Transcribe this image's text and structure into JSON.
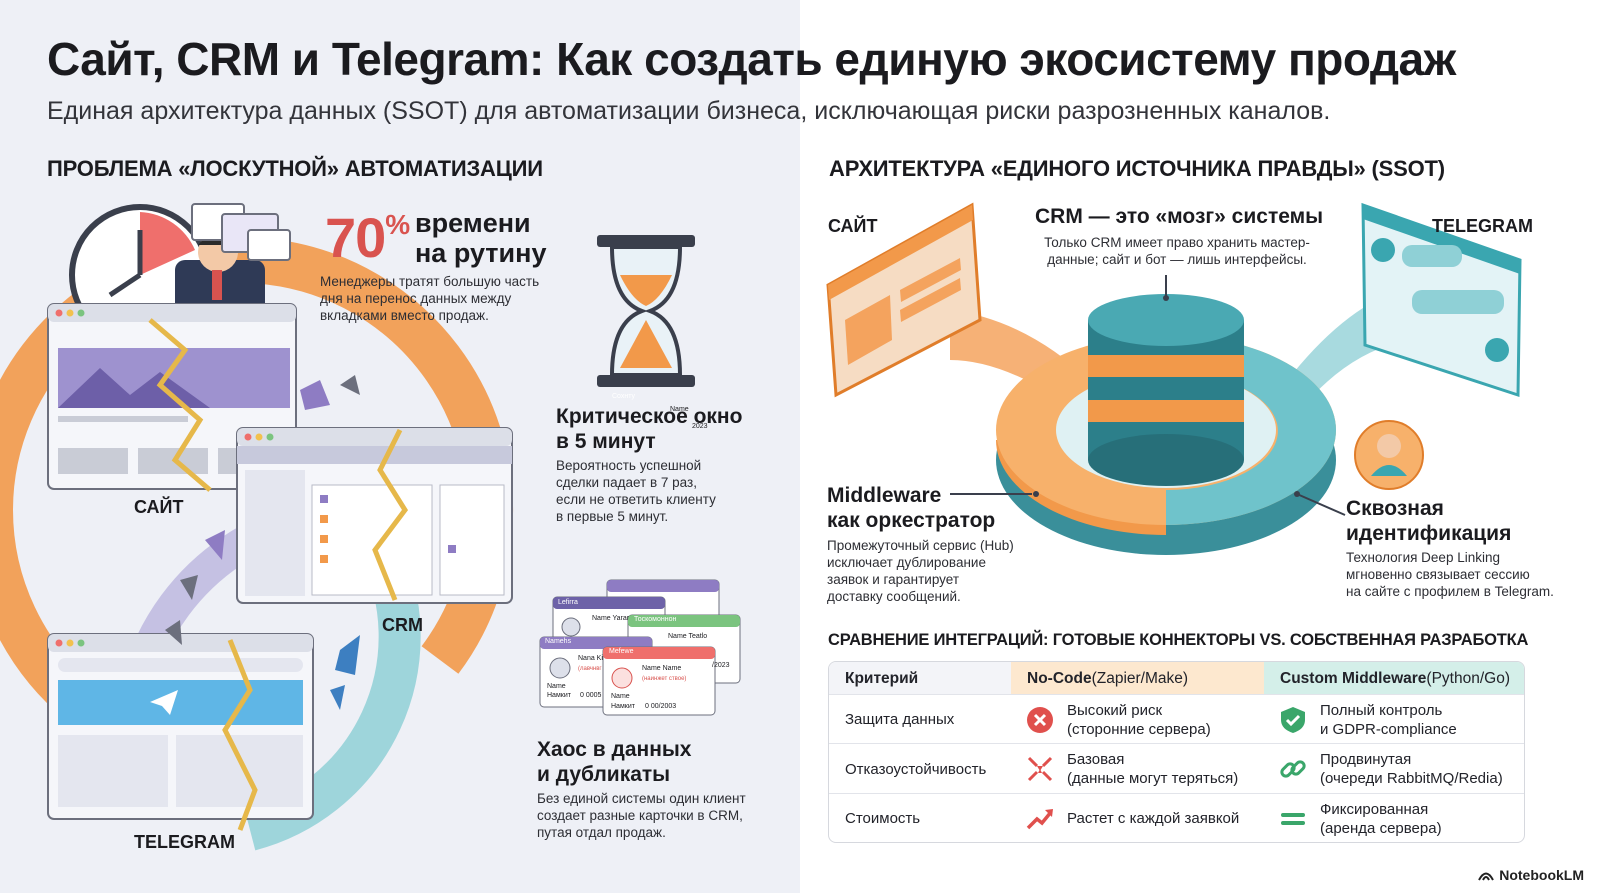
{
  "header": {
    "title": "Сайт, CRM и Telegram: Как создать единую экосистему продаж",
    "subtitle": "Единая архитектура данных (SSOT) для автоматизации бизнеса, исключающая риски разрозненных каналов."
  },
  "left": {
    "section_title": "ПРОБЛЕМА «ЛОСКУТНОЙ» АВТОМАТИЗАЦИИ",
    "stat": {
      "value": "70",
      "unit": "%",
      "label_line1": "времени",
      "label_line2": "на рутину",
      "desc_line1": "Менеджеры тратят большую часть",
      "desc_line2": "дня на перенос данных между",
      "desc_line3": "вкладками вместо продаж."
    },
    "window": {
      "title_line1": "Критическое окно",
      "title_line2": "в 5 минут",
      "desc_line1": "Вероятность успешной",
      "desc_line2": "сделки падает в 7 раз,",
      "desc_line3": "если не ответить клиенту",
      "desc_line4": "в первые 5 минут."
    },
    "chaos": {
      "title_line1": "Хаос в данных",
      "title_line2": "и дубликаты",
      "desc_line1": "Без единой системы один клиент",
      "desc_line2": "создает разные карточки в CRM,",
      "desc_line3": "путая отдал продаж."
    },
    "labels": {
      "site": "САЙТ",
      "crm": "CRM",
      "telegram": "TELEGRAM"
    },
    "cards": {
      "c1_head": "Сохнту",
      "c2_head": "Lefirra",
      "c2_name": "Name Yarar",
      "c3_head": "Тоскомоннон",
      "c3_name": "Name Teatlo",
      "c3_date": "/2023",
      "c4_head": "Namehs",
      "c4_name": "Nana Ki",
      "c4_sub": "(лавчнвг",
      "c4_f1": "Name",
      "c4_f2": "Намкит",
      "c4_f3": "0 0005",
      "c5_head": "Mefewe",
      "c5_name": "Name Name",
      "c5_sub": "(наинжет ствоe)",
      "c5_f1": "Name",
      "c5_f2": "Намкит",
      "c5_date": "0 00/2003",
      "c1_name": "Name",
      "c1_date": "2023"
    }
  },
  "right": {
    "section_title": "АРХИТЕКТУРА «ЕДИНОГО ИСТОЧНИКА ПРАВДЫ» (SSOT)",
    "labels": {
      "site": "САЙТ",
      "telegram": "TELEGRAM"
    },
    "crm": {
      "title": "CRM — это «мозг» системы",
      "desc_line1": "Только CRM имеет право хранить мастер-",
      "desc_line2": "данные; сайт и бот — лишь интерфейсы."
    },
    "middleware": {
      "title_line1": "Middleware",
      "title_line2": "как оркестратор",
      "desc_line1": "Промежуточный сервис (Hub)",
      "desc_line2": "исключает дублирование",
      "desc_line3": "заявок и гарантирует",
      "desc_line4": "доставку сообщений."
    },
    "identity": {
      "title_line1": "Сквозная",
      "title_line2": "идентификация",
      "desc_line1": "Технология Deep Linking",
      "desc_line2": "мгновенно связывает сессию",
      "desc_line3": "на сайте с профилем в Telegram."
    },
    "comparison": {
      "title": "СРАВНЕНИЕ ИНТЕГРАЦИЙ: ГОТОВЫЕ КОННЕКТОРЫ VS. СОБСТВЕННАЯ РАЗРАБОТКА",
      "header": {
        "criterion": "Критерий",
        "nocode_bold": "No-Code",
        "nocode_rest": " (Zapier/Make)",
        "custom_bold": "Custom Middleware",
        "custom_rest": " (Python/Go)"
      },
      "rows": [
        {
          "criterion": "Защита данных",
          "nocode_line1": "Высокий риск",
          "nocode_line2": "(сторонние сервера)",
          "nocode_icon": "x-circle-icon",
          "custom_line1": "Полный контроль",
          "custom_line2": "и GDPR-compliance",
          "custom_icon": "shield-check-icon"
        },
        {
          "criterion": "Отказоустойчивость",
          "nocode_line1": "Базовая",
          "nocode_line2": "(данные могут теряться)",
          "nocode_icon": "shatter-icon",
          "custom_line1": "Продвинутая",
          "custom_line2": "(очереди RabbitMQ/Redia)",
          "custom_icon": "chain-link-icon"
        },
        {
          "criterion": "Стоимость",
          "nocode_line1": "Растет с каждой заявкой",
          "nocode_line2": "",
          "nocode_icon": "trend-up-icon",
          "custom_line1": "Фиксированная",
          "custom_line2": "(аренда сервера)",
          "custom_icon": "equals-icon"
        }
      ]
    }
  },
  "brand": "NotebookLM",
  "colors": {
    "orange": "#f2994a",
    "teal": "#3aa6b0",
    "red": "#d9534f",
    "purple": "#8e7cc3",
    "nocode_header": "#fde8cf",
    "custom_header": "#d4efe9"
  }
}
